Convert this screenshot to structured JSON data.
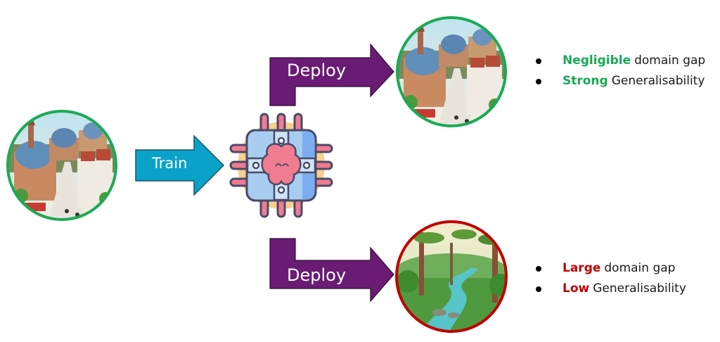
{
  "diagram": {
    "source_image": {
      "kind": "city-illustration",
      "border_color": "#1aaa55"
    },
    "train_arrow": {
      "label": "Train",
      "color": "#0aa2c9"
    },
    "model_icon": {
      "kind": "ai-chip-brain-icon",
      "colors": {
        "chip": "#a8cdf0",
        "chip_shade": "#7aaef0",
        "brain": "#f07c90",
        "outline": "#4a4a68",
        "pins": "#f07c90",
        "halo": "#f6d08c"
      }
    },
    "deploy_top": {
      "label": "Deploy",
      "color": "#6a1b74"
    },
    "deploy_bottom": {
      "label": "Deploy",
      "color": "#6a1b74"
    },
    "target_top": {
      "kind": "city-illustration",
      "border_color": "#1aaa55"
    },
    "target_bottom": {
      "kind": "forest-illustration",
      "border_color": "#c00000"
    },
    "bullets_top": [
      {
        "keyword": "Negligible",
        "rest": "domain gap",
        "color": "#1aaa55"
      },
      {
        "keyword": "Strong",
        "rest": "Generalisability",
        "color": "#1aaa55"
      }
    ],
    "bullets_bottom": [
      {
        "keyword": "Large",
        "rest": "domain gap",
        "color": "#c00000"
      },
      {
        "keyword": "Low",
        "rest": "Generalisability",
        "color": "#c00000"
      }
    ]
  }
}
